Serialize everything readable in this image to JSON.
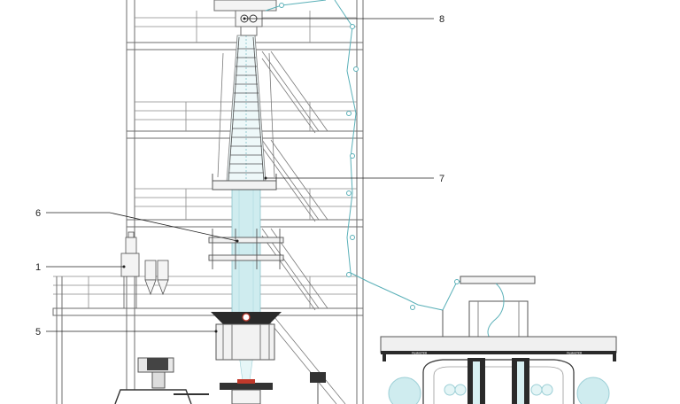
{
  "callouts": [
    {
      "label": "8"
    },
    {
      "label": "7"
    },
    {
      "label": "6"
    },
    {
      "label": "1"
    },
    {
      "label": "5"
    }
  ],
  "colors": {
    "structure": "#6d6d6d",
    "bubble_fill": "#cfecef",
    "film_path": "#5ab0b8",
    "accent_red": "#c0392b",
    "dark": "#2a2a2a"
  },
  "winder": {
    "maker_text_left": "FILMASTER",
    "maker_text_right": "FILMASTER"
  }
}
